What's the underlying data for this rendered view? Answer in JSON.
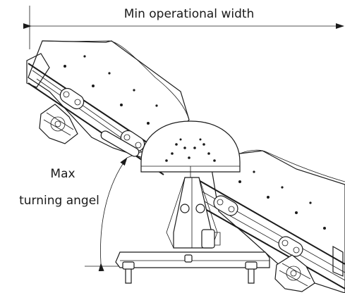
{
  "labels": {
    "width": "Min operational width",
    "angle_line1": "Max",
    "angle_line2": "turning angel"
  },
  "colors": {
    "ink": "#1a1a1a",
    "background": "#ffffff"
  }
}
